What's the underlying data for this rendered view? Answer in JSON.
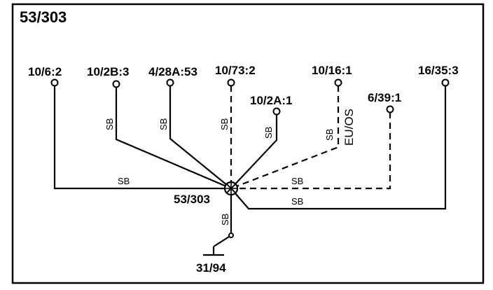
{
  "title": "53/303",
  "splice": {
    "label": "53/303"
  },
  "ground": {
    "label": "31/94",
    "wire_code": "SB"
  },
  "connectors": [
    {
      "id": "10/6:2"
    },
    {
      "id": "10/2B:3"
    },
    {
      "id": "4/28A:53"
    },
    {
      "id": "10/73:2"
    },
    {
      "id": "10/2A:1"
    },
    {
      "id": "10/16:1"
    },
    {
      "id": "6/39:1"
    },
    {
      "id": "16/35:3"
    }
  ],
  "wire_labels": {
    "w_10_6_2": "SB",
    "w_10_2b_3": "SB",
    "w_4_28a_53": "SB",
    "w_10_73_2": "SB",
    "w_10_2a_1": "SB",
    "w_10_16_1": "SB",
    "w_6_39_1": "SB",
    "w_16_35_3": "SB"
  },
  "variant_label": "EU/OS",
  "line_styles": {
    "10/6:2": "solid",
    "10/2B:3": "solid",
    "4/28A:53": "solid",
    "10/73:2": "dashed",
    "10/2A:1": "solid",
    "10/16:1": "dashed",
    "6/39:1": "dashed",
    "16/35:3": "solid"
  }
}
